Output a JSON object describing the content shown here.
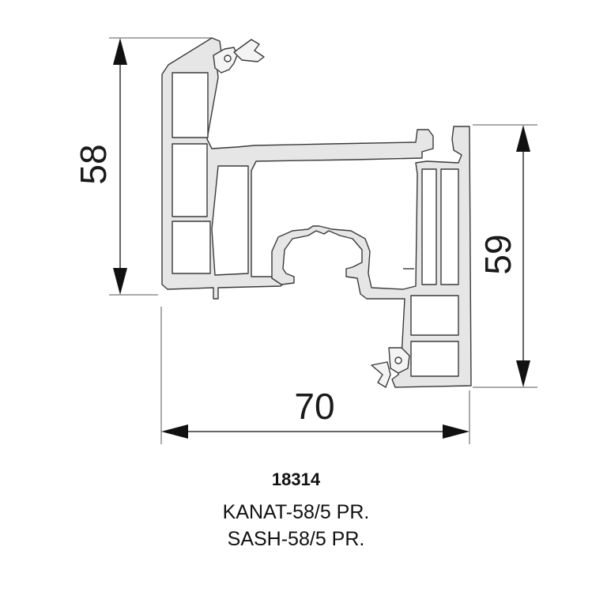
{
  "dimensions": {
    "height_left": "58",
    "height_right": "59",
    "width_bottom": "70"
  },
  "caption": {
    "code": "18314",
    "line1": "KANAT-58/5 PR.",
    "line2": "SASH-58/5 PR."
  },
  "colors": {
    "profile_fill": "#e6e6e6",
    "profile_stroke": "#3a3a3a",
    "dimension_line": "#333333",
    "arrow": "#111111"
  }
}
